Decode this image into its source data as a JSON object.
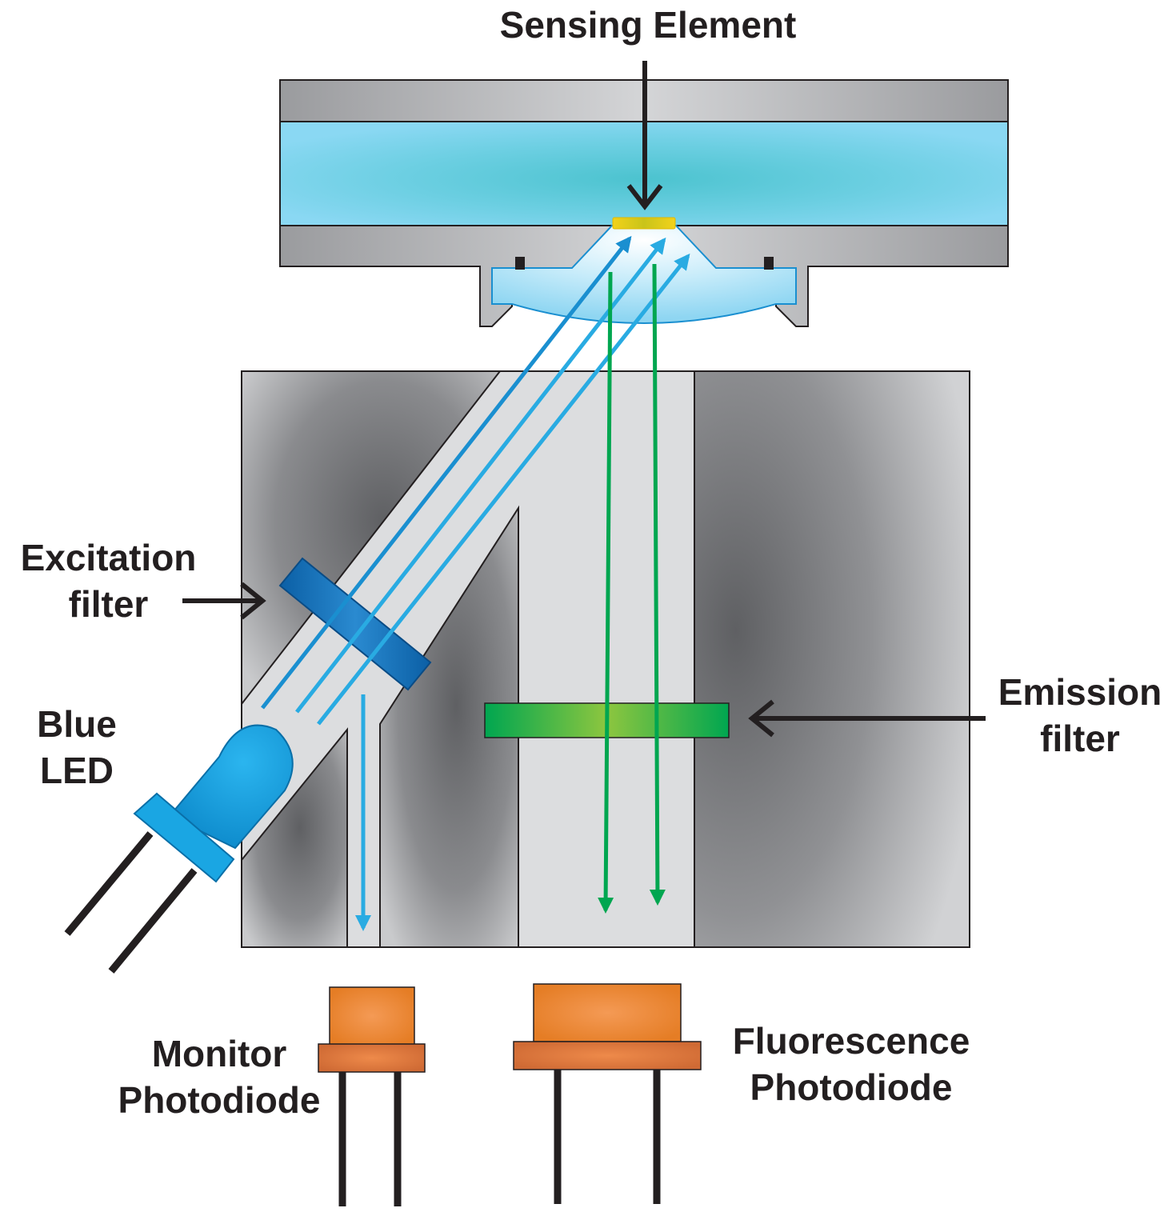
{
  "labels": {
    "sensing_element": "Sensing Element",
    "excitation_filter": [
      "Excitation",
      "filter"
    ],
    "emission_filter": [
      "Emission",
      "filter"
    ],
    "blue_led": [
      "Blue",
      "LED"
    ],
    "monitor_photodiode": [
      "Monitor",
      "Photodiode"
    ],
    "fluorescence_photodiode": [
      "Fluorescence",
      "Photodiode"
    ]
  },
  "colors": {
    "housing": "#a7a9ac",
    "housing_dark": "#6d6e71",
    "channel": "#dcdddf",
    "flow_cell_liquid": "#6fd0e6",
    "sensing_element": "#f2d21b",
    "excitation_filter": "#0b74c0",
    "emission_filter": "#00a650",
    "led": "#00a0e3",
    "excitation_light": "#29abe2",
    "fluorescence_light": "#00a650",
    "photodiode": "#f0883c",
    "text_and_arrows": "#231f20"
  }
}
